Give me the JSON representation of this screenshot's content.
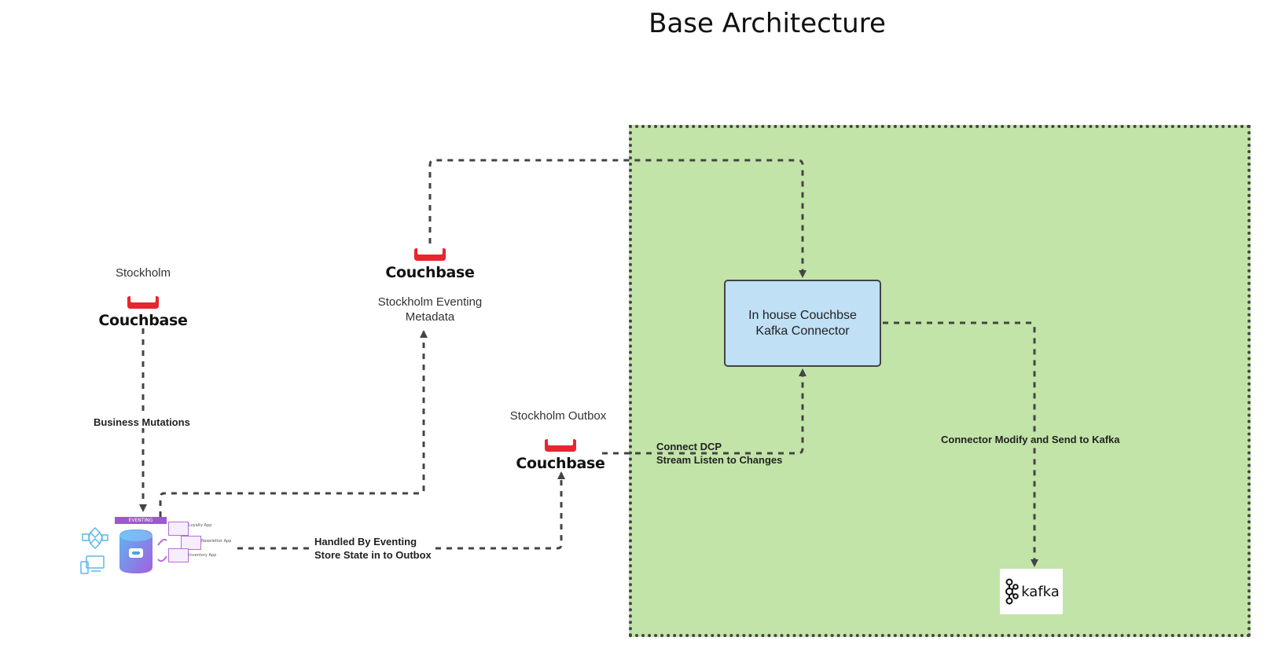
{
  "title": "Base Architecture",
  "nodes": {
    "stockholm": {
      "label": "Stockholm",
      "logo_text": "Couchbase"
    },
    "eventing_metadata": {
      "logo_text": "Couchbase",
      "label_line1": "Stockholm Eventing",
      "label_line2": "Metadata"
    },
    "outbox": {
      "label": "Stockholm Outbox",
      "logo_text": "Couchbase"
    },
    "connector": {
      "line1": "In house Couchbse",
      "line2": "Kafka Connector"
    },
    "kafka": {
      "logo_text": "kafka"
    },
    "eventing_cluster": {
      "badge": "EVENTING",
      "apps": [
        "Loyalty App",
        "Newsletter App",
        "Inventory App"
      ]
    }
  },
  "edges": {
    "business_mutations": "Business Mutations",
    "handled_line1": "Handled By Eventing",
    "handled_line2": "Store State in to Outbox",
    "dcp_line1": "Connect DCP",
    "dcp_line2": "Stream Listen to Changes",
    "kafka_send": "Connector Modify and Send to Kafka"
  },
  "colors": {
    "zone_fill": "#c2e4a8",
    "connector_fill": "#bfe0f5",
    "couchbase_red": "#e8262d",
    "eventing_purple": "#9b59d0",
    "line": "#444444"
  }
}
